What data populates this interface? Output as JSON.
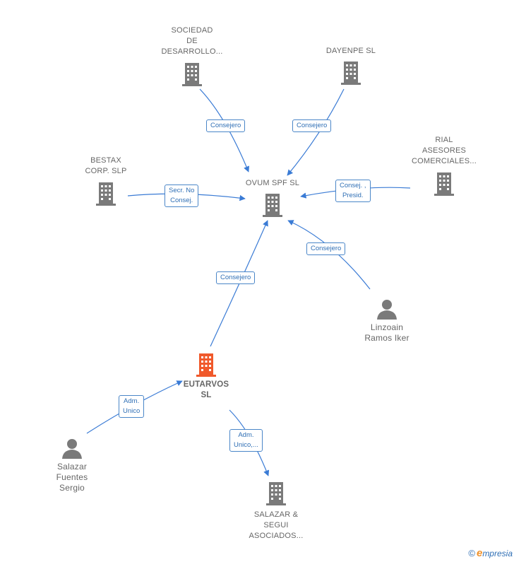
{
  "nodes": {
    "sociedad": {
      "label": "SOCIEDAD\nDE\nDESARROLLO...",
      "type": "company"
    },
    "dayenpe": {
      "label": "DAYENPE  SL",
      "type": "company"
    },
    "rial": {
      "label": "RIAL\nASESORES\nCOMERCIALES...",
      "type": "company"
    },
    "bestax": {
      "label": "BESTAX\nCORP.   SLP",
      "type": "company"
    },
    "ovum": {
      "label": "OVUM SPF  SL",
      "type": "company"
    },
    "linzoain": {
      "label": "Linzoain\nRamos Iker",
      "type": "person"
    },
    "eutarvos": {
      "label": "EUTARVOS\nSL",
      "type": "company-main"
    },
    "salazar_person": {
      "label": "Salazar\nFuentes\nSergio",
      "type": "person"
    },
    "salazar_segui": {
      "label": "SALAZAR &\nSEGUI\nASOCIADOS...",
      "type": "company"
    }
  },
  "relations": {
    "sociedad_ovum": "Consejero",
    "dayenpe_ovum": "Consejero",
    "rial_ovum": "Consej. ,\nPresid.",
    "bestax_ovum": "Secr.  No\nConsej.",
    "linzoain_ovum": "Consejero",
    "eutarvos_ovum": "Consejero",
    "salazar_eutarvos": "Adm.\nUnico",
    "eutarvos_salazar_segui": "Adm.\nUnico,..."
  },
  "footer": {
    "copyright": "©",
    "brand_initial": "e",
    "brand_rest": "mpresia"
  },
  "colors": {
    "edge": "#3a7bd5",
    "building": "#7a7a7a",
    "main_building": "#f0592b",
    "person": "#7a7a7a"
  }
}
